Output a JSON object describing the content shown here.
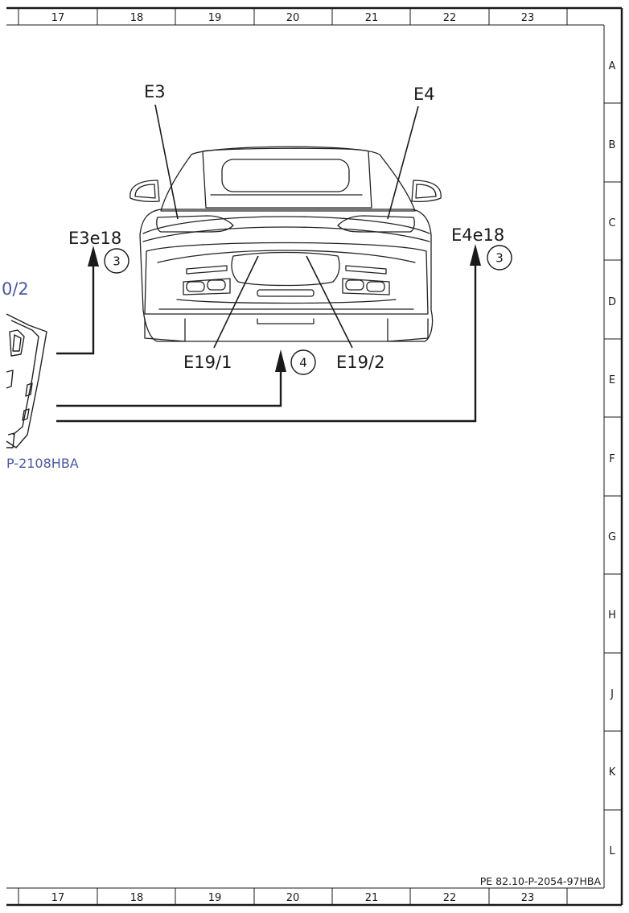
{
  "ruler": {
    "columns": [
      "17",
      "18",
      "19",
      "20",
      "21",
      "22",
      "23"
    ],
    "rows": [
      "A",
      "B",
      "C",
      "D",
      "E",
      "F",
      "G",
      "H",
      "J",
      "K",
      "L"
    ]
  },
  "labels": {
    "e3": "E3",
    "e4": "E4",
    "e3e18": "E3e18",
    "e4e18": "E4e18",
    "e19_1": "E19/1",
    "e19_2": "E19/2",
    "left_partial": "0/2",
    "left_ref": "P-2108HBA"
  },
  "circles": {
    "left": "3",
    "right": "3",
    "center": "4"
  },
  "document_ref": "PE 82.10-P-2054-97HBA",
  "colors": {
    "line": "#1a1a1a",
    "reference_blue": "#4a5a9c"
  }
}
